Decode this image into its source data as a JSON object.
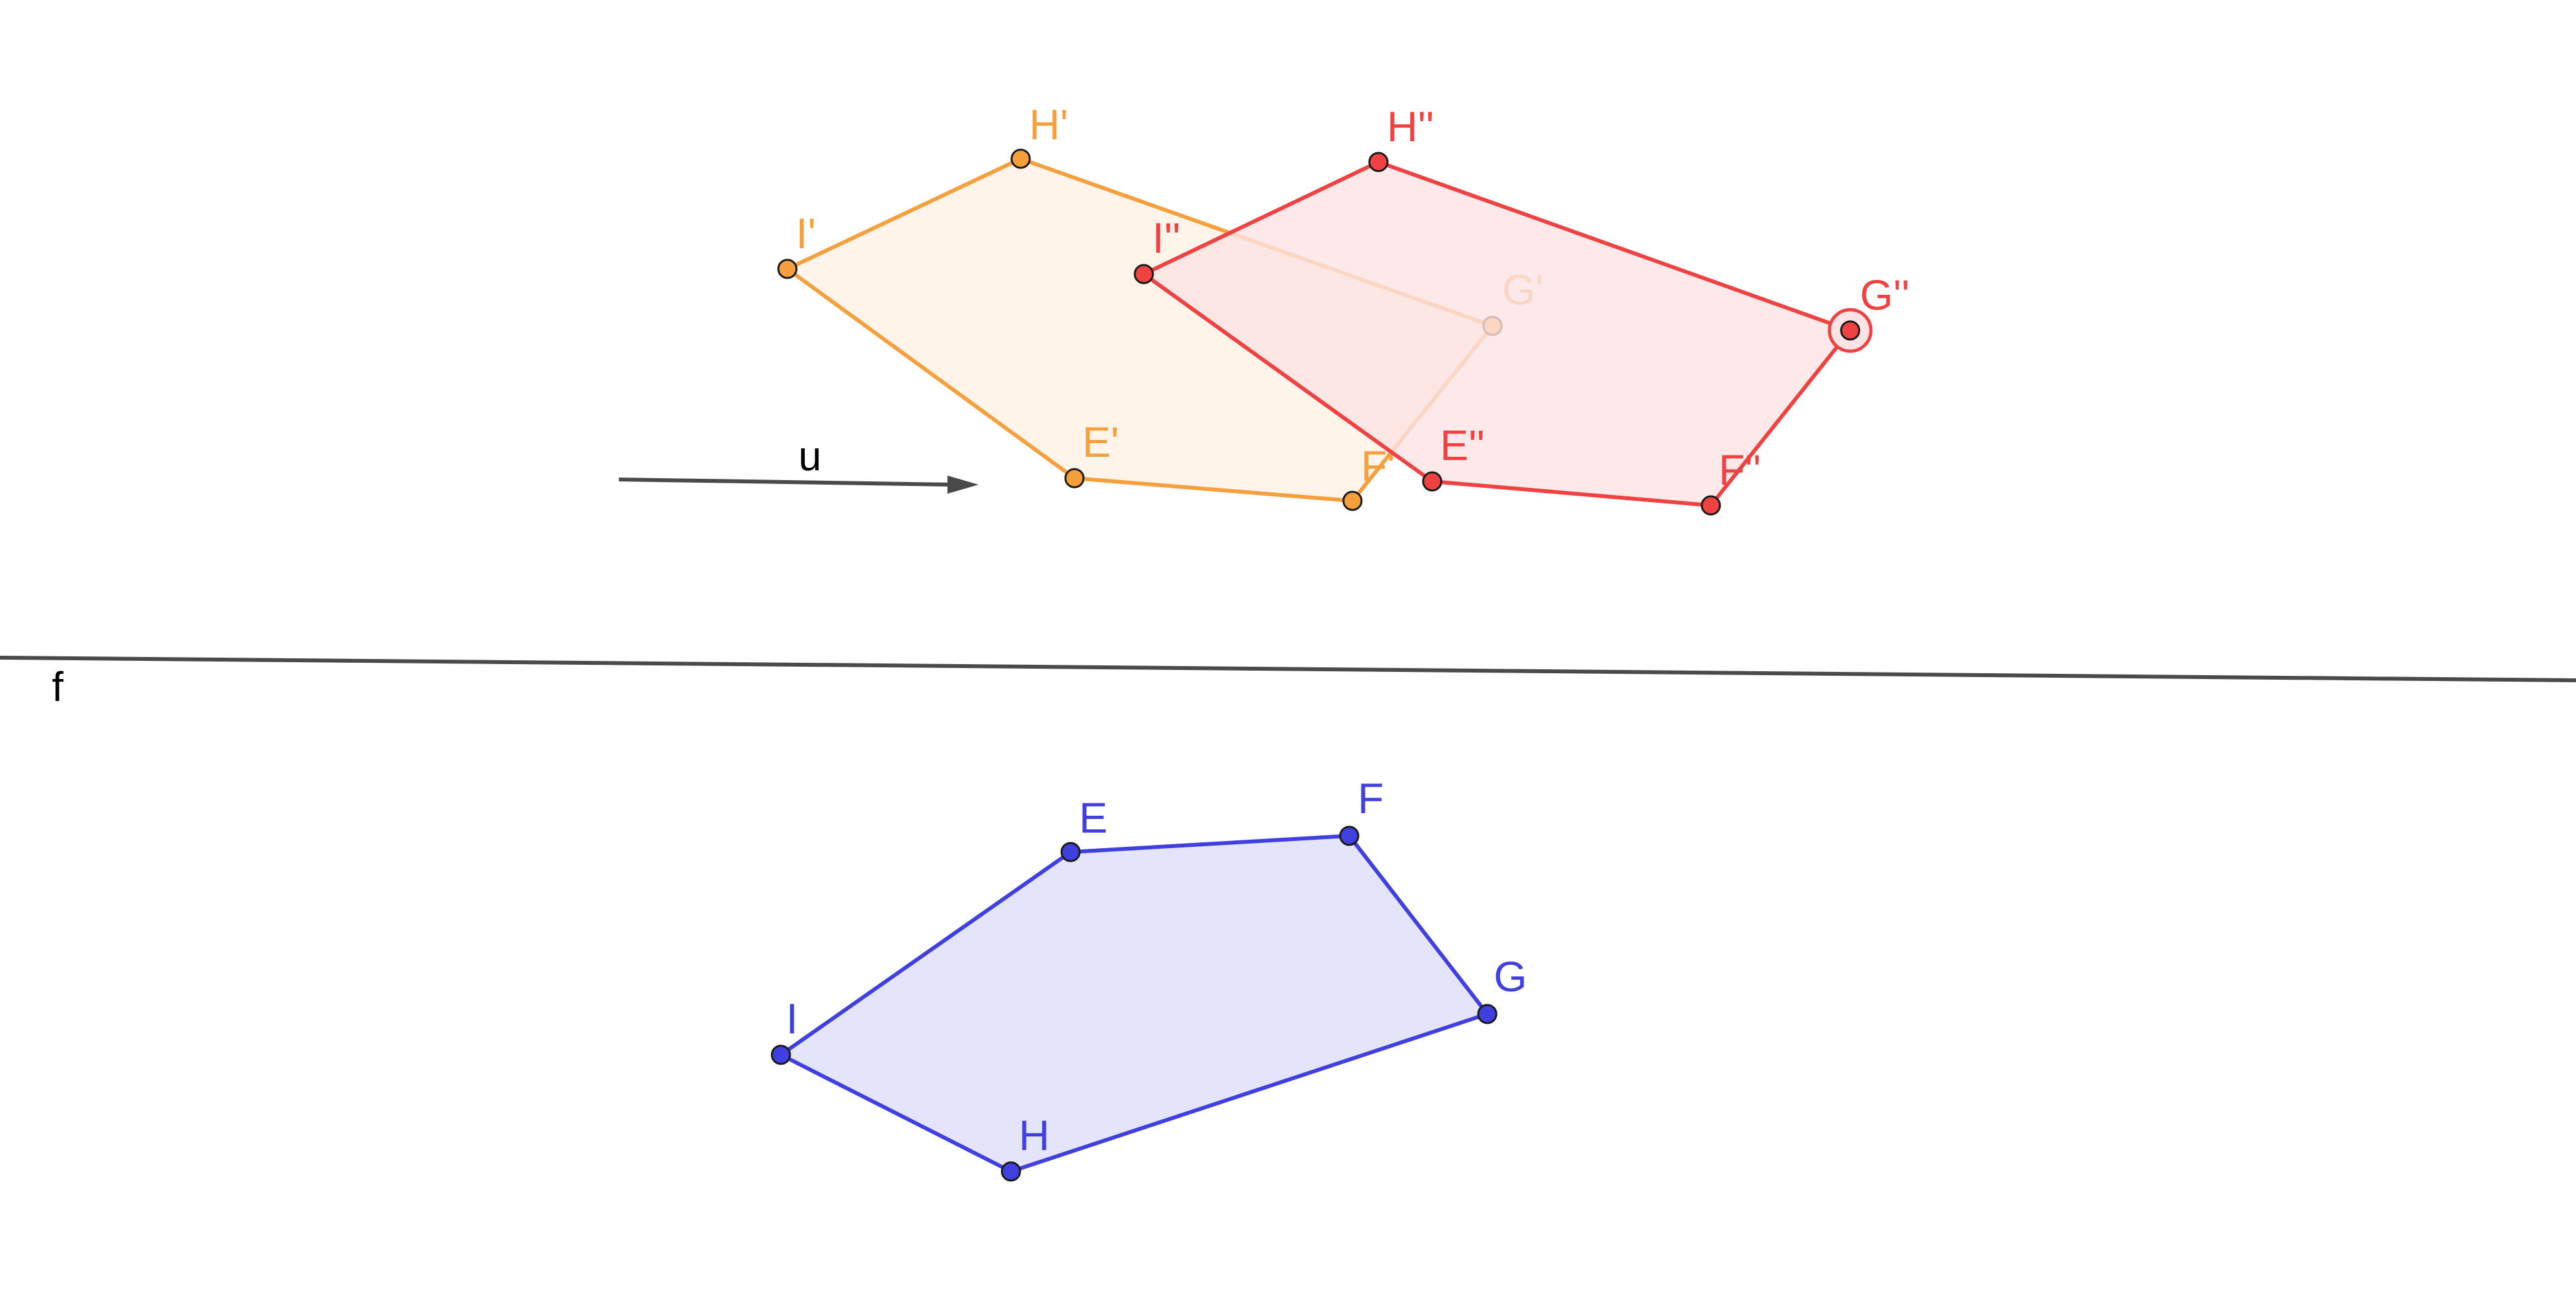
{
  "colors": {
    "original": "#4040e0",
    "original_fill": "#e4e4fb",
    "reflected": "#f5a03c",
    "reflected_fill": "#fef2e6",
    "translated": "#ef4242",
    "translated_fill": "#fde4e4",
    "vector": "#4a4a4a",
    "line": "#4a4a4a"
  },
  "labels": {
    "mirror_line": "f",
    "vector": "u"
  },
  "polygons": {
    "original": {
      "points": [
        {
          "label": "E"
        },
        {
          "label": "F"
        },
        {
          "label": "G"
        },
        {
          "label": "H"
        },
        {
          "label": "I"
        }
      ]
    },
    "reflected": {
      "points": [
        {
          "label": "E'"
        },
        {
          "label": "F'"
        },
        {
          "label": "G'"
        },
        {
          "label": "H'"
        },
        {
          "label": "I'"
        }
      ]
    },
    "translated": {
      "points": [
        {
          "label": "E''"
        },
        {
          "label": "F''"
        },
        {
          "label": "G''"
        },
        {
          "label": "H''"
        },
        {
          "label": "I''"
        }
      ]
    }
  },
  "selected_point": "G''"
}
